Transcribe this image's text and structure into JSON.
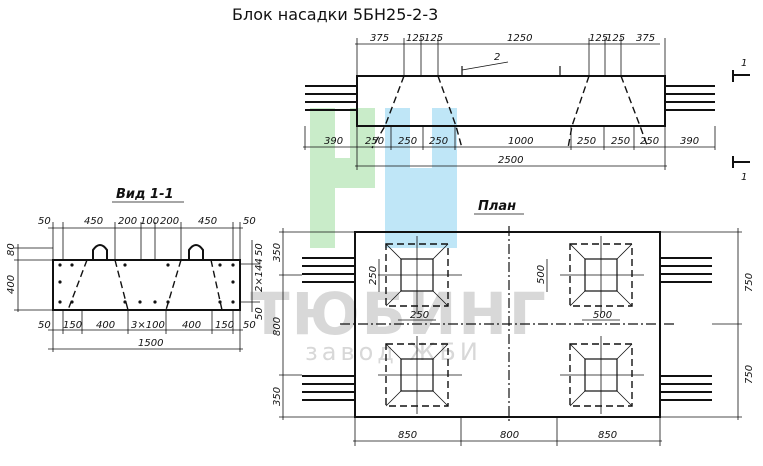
{
  "title": "Блок насадки 5БН25-2-3",
  "watermark": {
    "brand": "ТЮБИНГ",
    "sub": "завод ЖБИ"
  },
  "colors": {
    "line": "#111111",
    "wm_green": "#c9ecc9",
    "wm_blue": "#bfe6f7",
    "wm_text": "#d8d8d8"
  },
  "front_view": {
    "top_dims": [
      "375",
      "125",
      "125",
      "1250",
      "125",
      "125",
      "375"
    ],
    "leader": "2",
    "section_mark_top": "1",
    "section_mark_bottom": "1",
    "mid_dims": [
      "390",
      "250",
      "250",
      "250",
      "1000",
      "250",
      "250",
      "250",
      "390"
    ],
    "total": "2500"
  },
  "section_view": {
    "heading": "Вид 1-1",
    "top_dims": [
      "50",
      "450",
      "200",
      "100",
      "200",
      "450",
      "50"
    ],
    "bottom_dims": [
      "50",
      "150",
      "400",
      "3×100",
      "400",
      "150",
      "50"
    ],
    "total": "1500",
    "left_dims": [
      "80",
      "400"
    ],
    "right_dims": [
      "50",
      "2×144",
      "50"
    ]
  },
  "plan_view": {
    "heading": "План",
    "left_dims": [
      "350",
      "800",
      "350"
    ],
    "right_dims": [
      "750",
      "750"
    ],
    "inner_dims": [
      "250",
      "250",
      "500",
      "500"
    ],
    "bottom_dims": [
      "850",
      "800",
      "850"
    ]
  }
}
